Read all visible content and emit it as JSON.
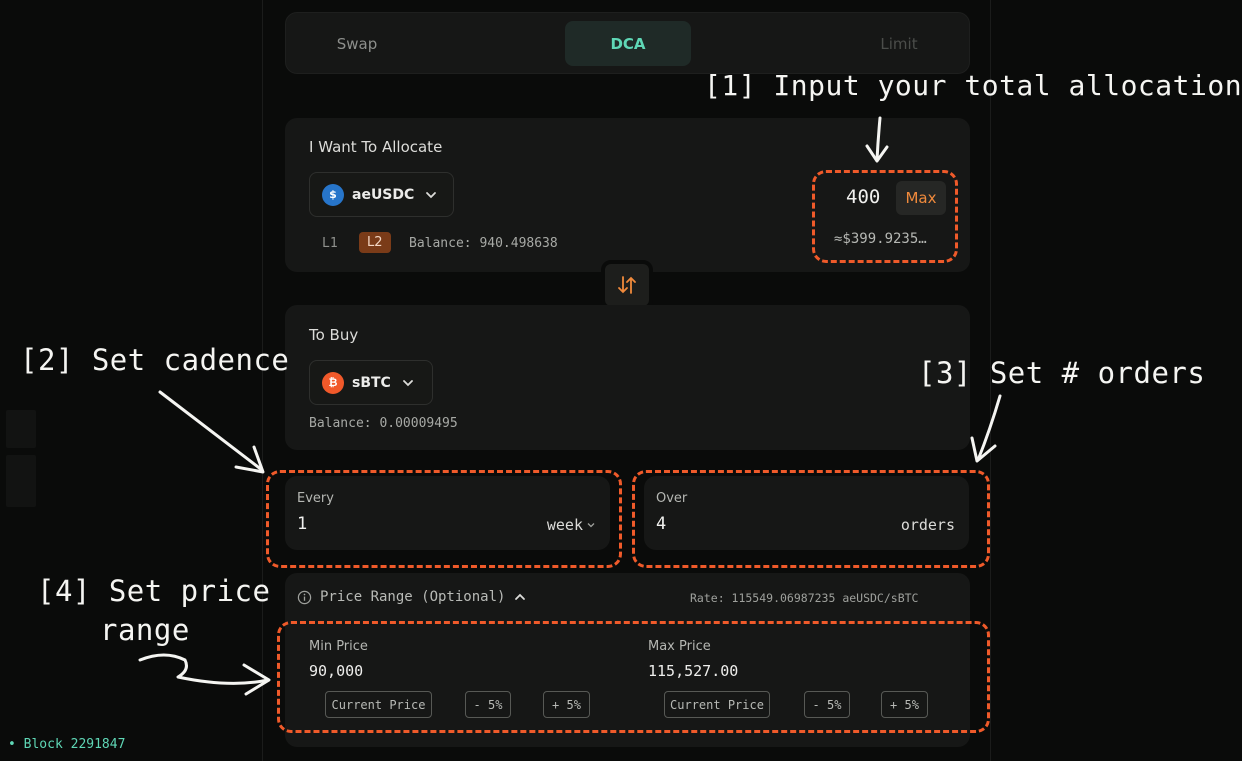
{
  "tabs": [
    {
      "label": "Swap",
      "state": "inactive"
    },
    {
      "label": "DCA",
      "state": "active"
    },
    {
      "label": "Limit",
      "state": "disabled"
    }
  ],
  "allocate": {
    "title": "I Want To Allocate",
    "token": "aeUSDC",
    "token_glyph": "$",
    "layer_l1": "L1",
    "layer_l2": "L2",
    "balance": "Balance: 940.498638",
    "amount": "400",
    "max_label": "Max",
    "usd_value": "≈$399.9235…"
  },
  "buy": {
    "title": "To Buy",
    "token": "sBTC",
    "token_glyph": "₿",
    "balance": "Balance: 0.00009495"
  },
  "cadence": {
    "label": "Every",
    "value": "1",
    "unit": "week"
  },
  "orders": {
    "label": "Over",
    "value": "4",
    "unit": "orders"
  },
  "price_range": {
    "title": "Price Range (Optional)",
    "rate": "Rate: 115549.06987235 aeUSDC/sBTC",
    "min": {
      "label": "Min Price",
      "value": "90,000"
    },
    "max": {
      "label": "Max Price",
      "value": "115,527.00"
    },
    "buttons": [
      "Current Price",
      "- 5%",
      "+ 5%"
    ]
  },
  "status": {
    "block": "• Block 2291847"
  },
  "annotations": {
    "a1": "[1] Input your total allocation",
    "a2": "[2] Set cadence",
    "a3": "[3] Set # orders",
    "a4_line1": "[4] Set price",
    "a4_line2": "range"
  },
  "colors": {
    "accent_teal": "#5fd7b6",
    "accent_orange": "#f08a3c",
    "annotation_dash": "#ef5a2a",
    "panel": "#161716",
    "background": "#0a0b0a"
  }
}
